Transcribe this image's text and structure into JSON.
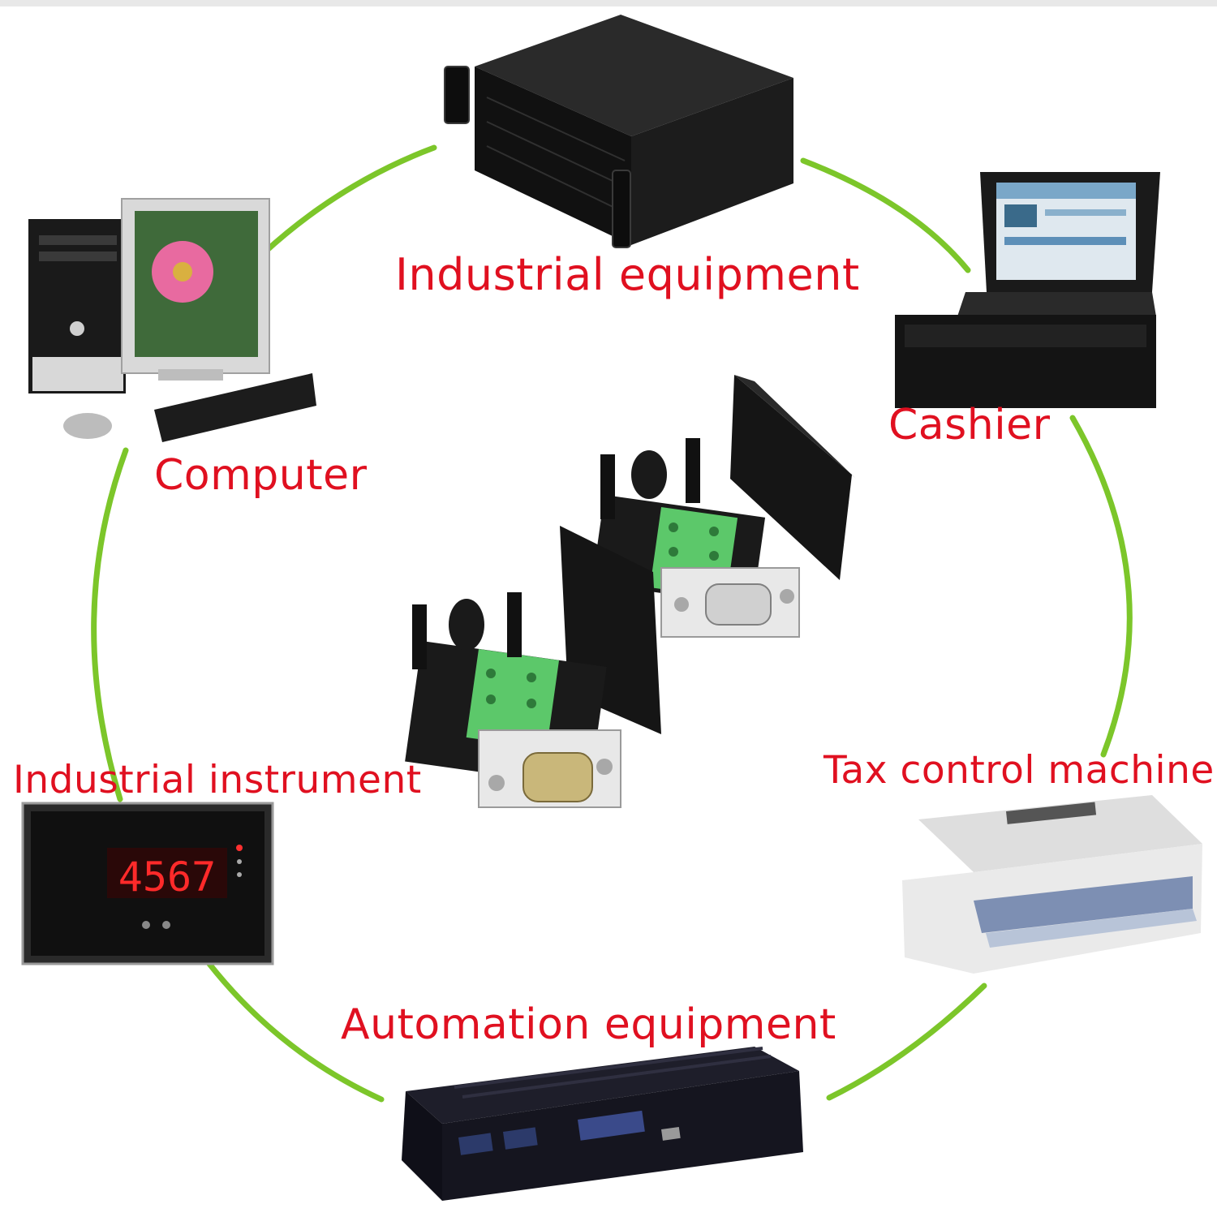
{
  "colors": {
    "label_red": "#e01020",
    "ring_green": "#7cc62a",
    "device_black": "#141414",
    "terminal_green": "#5cc86a"
  },
  "labels": {
    "industrial_equipment": "Industrial equipment",
    "cashier": "Cashier",
    "computer": "Computer",
    "industrial_instrument": "Industrial instrument",
    "tax_control_machine": "Tax control machine",
    "automation_equipment": "Automation equipment"
  },
  "instrument_display": "4567"
}
